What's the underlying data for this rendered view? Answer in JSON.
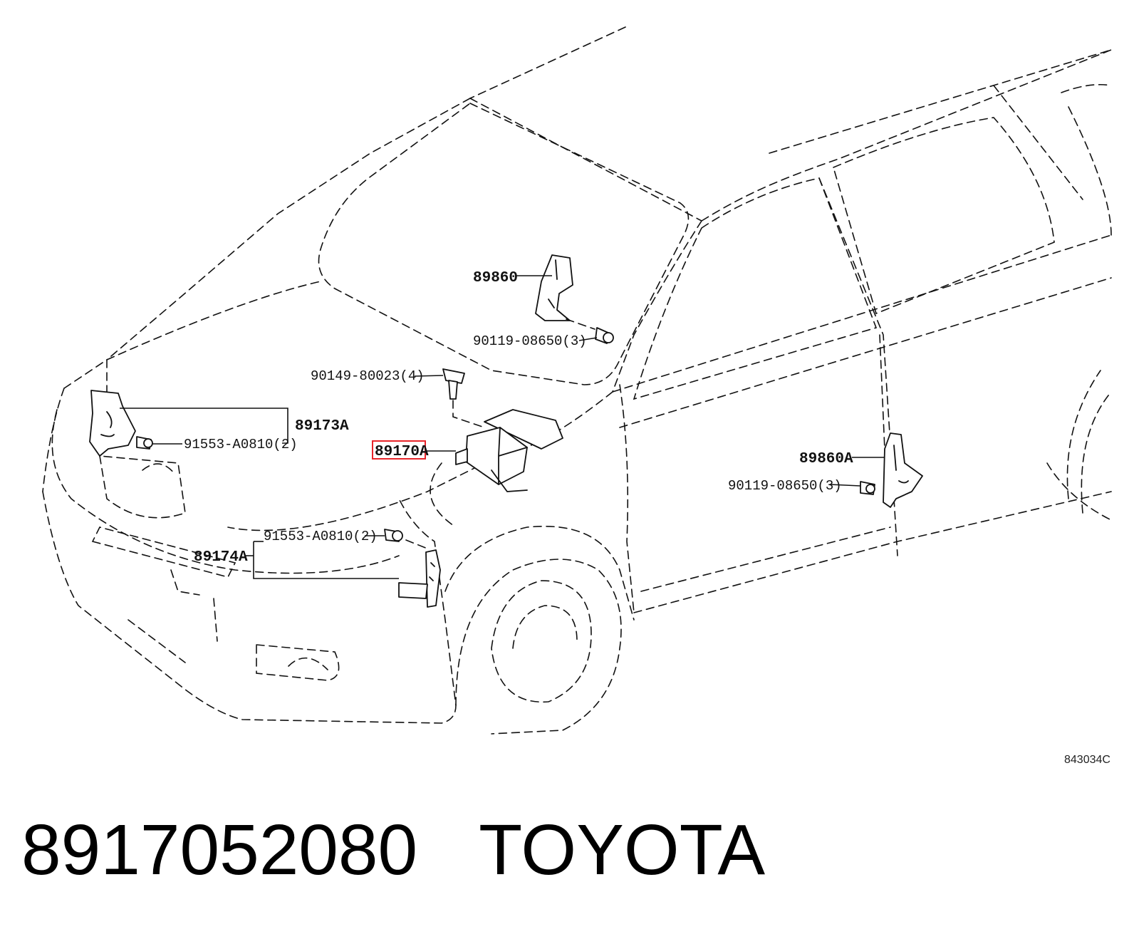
{
  "diagram": {
    "figure_code": "843034C",
    "highlight_color": "#e8242a",
    "labels": {
      "p89860": "89860",
      "b90119_upper": "90119-08650(3)",
      "b90149": "90149-80023(4)",
      "p89173A": "89173A",
      "b91553_left": "91553-A0810(2)",
      "p89170A": "89170A",
      "p89860A": "89860A",
      "b90119_right": "90119-08650(3)",
      "b91553_lower": "91553-A0810(2)",
      "p89174A": "89174A"
    }
  },
  "caption": {
    "part_number": "8917052080",
    "brand": "TOYOTA"
  }
}
